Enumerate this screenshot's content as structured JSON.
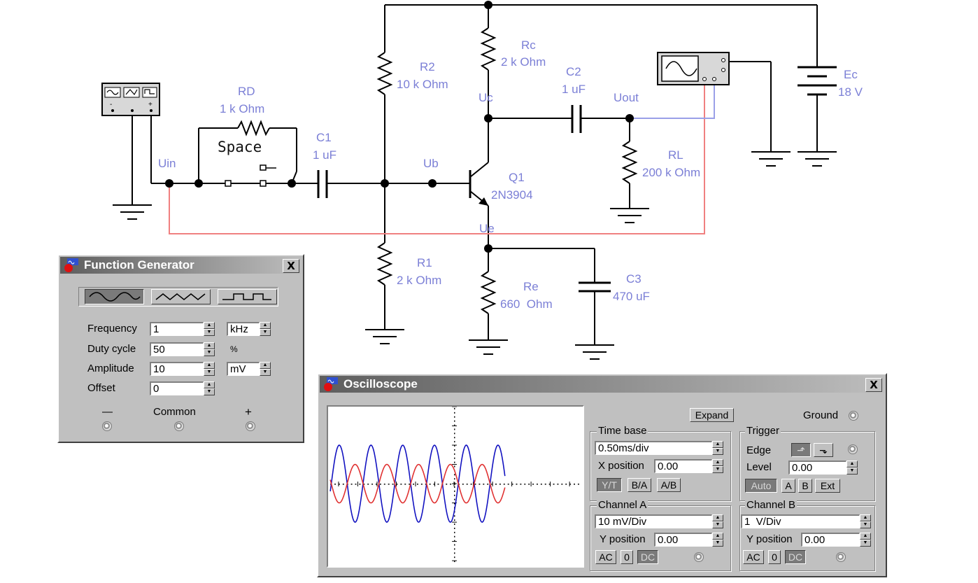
{
  "schematic": {
    "labels": {
      "rd_name": "RD",
      "rd_value": "1 k Ohm",
      "space": "Space",
      "c1_name": "C1",
      "c1_value": "1 uF",
      "r2_name": "R2",
      "r2_value": "10 k Ohm",
      "rc_name": "Rc",
      "rc_value": "2 k Ohm",
      "c2_name": "C2",
      "c2_value": "1 uF",
      "uc": "Uc",
      "uout": "Uout",
      "uin": "Uin",
      "ub": "Ub",
      "ue": "Ue",
      "q1_name": "Q1",
      "q1_value": "2N3904",
      "rl_name": "RL",
      "rl_value": "200 k Ohm",
      "ec_name": "Ec",
      "ec_value": "18 V",
      "r1_name": "R1",
      "r1_value": "2 k Ohm",
      "re_name": "Re",
      "re_value": "660  Ohm",
      "c3_name": "C3",
      "c3_value": "470 uF"
    },
    "colors": {
      "label": "#7b7fd6",
      "wire": "#000000",
      "probe_a": "#f08080",
      "probe_b": "#9aa0e8"
    }
  },
  "function_generator": {
    "title": "Function Generator",
    "close_label": "X",
    "waveforms": [
      "sine-icon",
      "triangle-icon",
      "square-icon"
    ],
    "selected_waveform": "sine",
    "frequency_label": "Frequency",
    "frequency_value": "1",
    "frequency_unit": "kHz",
    "duty_label": "Duty cycle",
    "duty_value": "50",
    "duty_unit": "%",
    "amplitude_label": "Amplitude",
    "amplitude_value": "10",
    "amplitude_unit": "mV",
    "offset_label": "Offset",
    "offset_value": "0",
    "minus_label": "—",
    "common_label": "Common",
    "plus_label": "+"
  },
  "oscilloscope": {
    "title": "Oscilloscope",
    "close_label": "X",
    "expand_label": "Expand",
    "ground_label": "Ground",
    "timebase": {
      "title": "Time base",
      "value": "0.50ms/div",
      "xpos_label": "X position",
      "xpos_value": "0.00",
      "modes": [
        "Y/T",
        "B/A",
        "A/B"
      ],
      "active_mode": "Y/T"
    },
    "trigger": {
      "title": "Trigger",
      "edge_label": "Edge",
      "level_label": "Level",
      "level_value": "0.00",
      "buttons": [
        "Auto",
        "A",
        "B",
        "Ext"
      ],
      "active": "Auto"
    },
    "channel_a": {
      "title": "Channel A",
      "value": "10 mV/Div",
      "ypos_label": "Y position",
      "ypos_value": "0.00",
      "coupling": [
        "AC",
        "0",
        "DC"
      ],
      "active": "DC"
    },
    "channel_b": {
      "title": "Channel B",
      "value": "1  V/Div",
      "ypos_label": "Y position",
      "ypos_value": "0.00",
      "coupling": [
        "AC",
        "0",
        "DC"
      ],
      "active": "DC"
    },
    "traces": {
      "a_color": "#e03030",
      "b_color": "#1010c0",
      "a_cycles": 5.5,
      "b_cycles": 5.5,
      "a_amplitude_div": 1.0,
      "b_amplitude_div": 2.0
    }
  }
}
